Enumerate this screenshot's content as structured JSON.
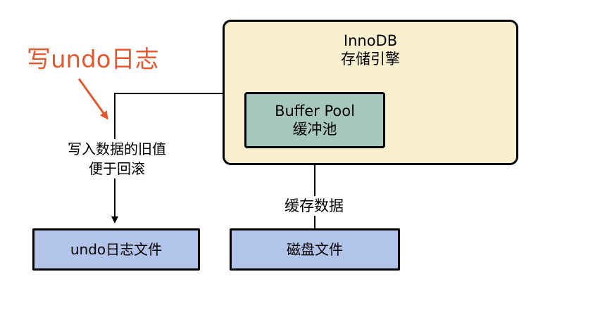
{
  "annotation": {
    "text": "写undo日志",
    "color": "#e4582f"
  },
  "engine": {
    "title": "InnoDB",
    "subtitle": "存储引擎",
    "fill": "#faf0d0"
  },
  "buffer_pool": {
    "title": "Buffer Pool",
    "subtitle": "缓冲池",
    "fill": "#a7c8bd"
  },
  "undo_file": {
    "label": "undo日志文件",
    "fill": "#b2c4e9"
  },
  "disk_file": {
    "label": "磁盘文件",
    "fill": "#b2c4e9"
  },
  "edges": {
    "engine_to_undo": {
      "line1": "写入数据的旧值",
      "line2": "便于回滚"
    },
    "disk_to_pool": {
      "label": "缓存数据"
    }
  }
}
